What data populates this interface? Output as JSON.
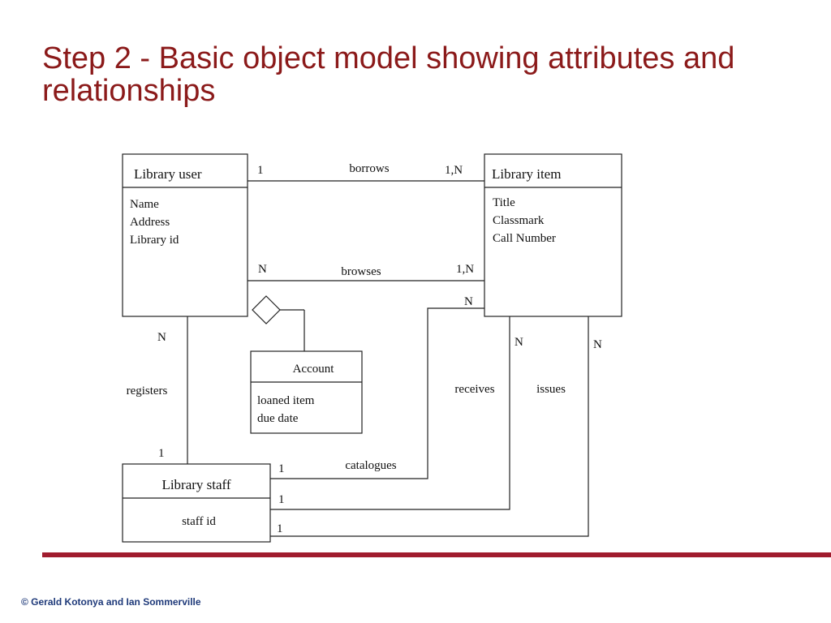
{
  "slide": {
    "title": "Step 2 - Basic object model showing attributes and relationships",
    "footer": "© Gerald Kotonya and Ian Sommerville"
  },
  "colors": {
    "title": "#8b1a1a",
    "footer_bar": "#a01c2e",
    "footer_text": "#1f3a7a"
  },
  "entities": {
    "library_user": {
      "name": "Library user",
      "attributes": [
        "Name",
        "Address",
        "Library id"
      ]
    },
    "library_item": {
      "name": "Library item",
      "attributes": [
        "Title",
        "Classmark",
        "Call Number"
      ]
    },
    "account": {
      "name": "Account",
      "attributes": [
        "loaned item",
        "due date"
      ]
    },
    "library_staff": {
      "name": "Library staff",
      "attributes": [
        "staff id"
      ]
    }
  },
  "relationships": {
    "borrows": {
      "label": "borrows",
      "left_card": "1",
      "right_card": "1,N"
    },
    "browses": {
      "label": "browses",
      "left_card": "N",
      "right_card": "1,N"
    },
    "registers": {
      "label": "registers",
      "top_card": "N",
      "bottom_card": "1"
    },
    "catalogues": {
      "label": "catalogues",
      "staff_card": "1",
      "item_card": "N"
    },
    "receives": {
      "label": "receives",
      "staff_card": "1",
      "item_card": "N"
    },
    "issues": {
      "label": "issues",
      "staff_card": "1",
      "item_card": "N"
    }
  }
}
